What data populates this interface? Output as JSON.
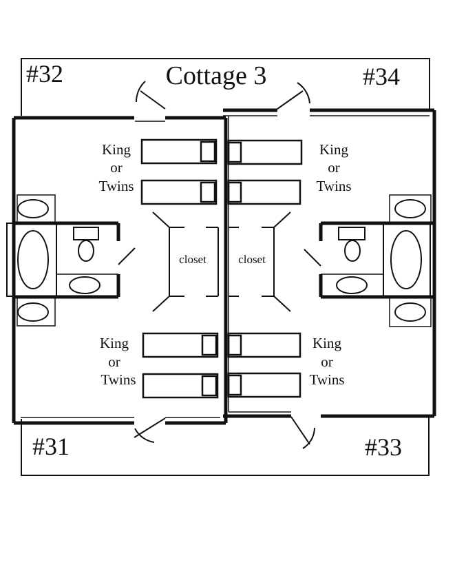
{
  "title": "Cottage 3",
  "units": {
    "u32": "#32",
    "u34": "#34",
    "u31": "#31",
    "u33": "#33"
  },
  "bed_label": {
    "line1": "King",
    "line2": "or",
    "line3": "Twins"
  },
  "closet_label": "closet",
  "colors": {
    "ink": "#111111",
    "background": "#ffffff"
  }
}
